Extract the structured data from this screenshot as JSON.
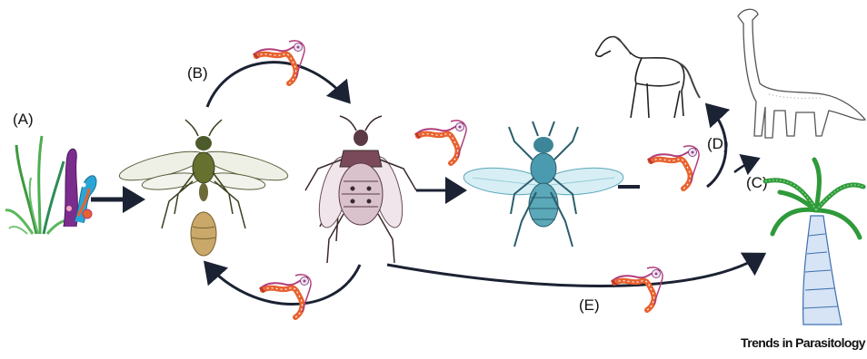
{
  "figure": {
    "labels": {
      "a": "(A)",
      "b": "(B)",
      "c": "(C)",
      "d": "(D)",
      "e": "(E)"
    },
    "credit": "Trends in Parasitology",
    "icons": [
      "plant-with-trypanosome",
      "wasp",
      "true-bug",
      "fly",
      "horse",
      "dinosaur",
      "palm-tree",
      "trypanosome-parasite"
    ],
    "colors": {
      "arrow": "#1b2233",
      "parasite_body": "#e8622e",
      "parasite_outline": "#b03b7a",
      "fly": "#5aa8b8",
      "palm_leaf": "#2f9a3a",
      "palm_trunk": "#3d6fb0",
      "plant": "#5cb85c"
    }
  }
}
